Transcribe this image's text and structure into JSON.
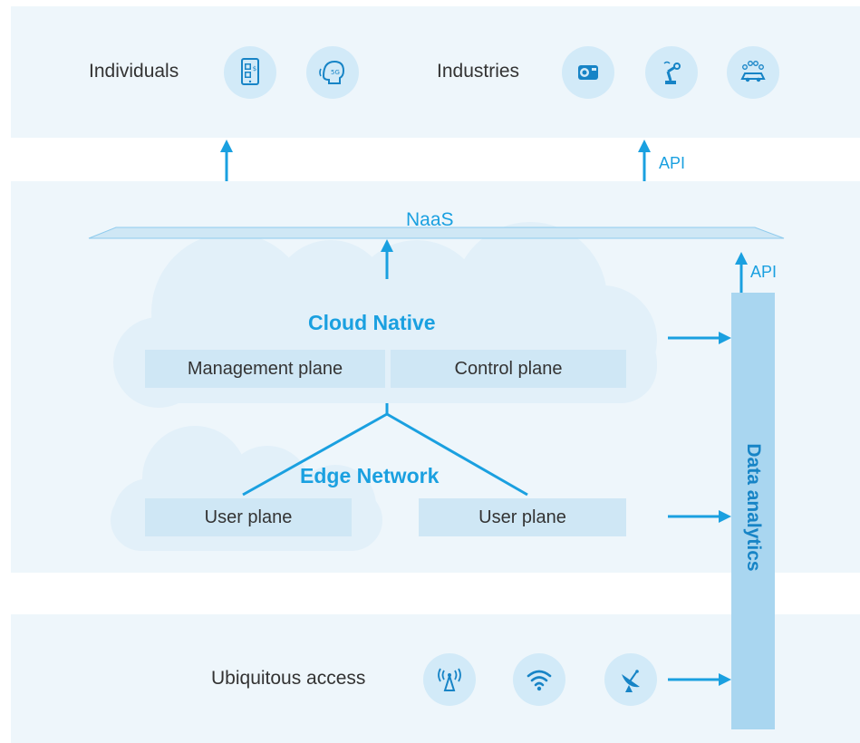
{
  "top": {
    "individuals_label": "Individuals",
    "industries_label": "Industries",
    "individual_icons": [
      "mobile-qr-payment-icon",
      "5g-headset-icon"
    ],
    "industry_icons": [
      "camera-icon",
      "robot-arm-icon",
      "connected-car-icon"
    ]
  },
  "middle": {
    "naas_label": "NaaS",
    "api_label_top": "API",
    "api_label_right": "API",
    "cloud_native_title": "Cloud Native",
    "management_plane": "Management plane",
    "control_plane": "Control plane",
    "edge_network_title": "Edge Network",
    "user_plane_left": "User plane",
    "user_plane_right": "User plane"
  },
  "side": {
    "data_analytics_label": "Data analytics"
  },
  "bottom": {
    "access_label": "Ubiquitous access",
    "access_icons": [
      "cell-tower-icon",
      "wifi-icon",
      "satellite-dish-icon"
    ]
  },
  "colors": {
    "accent": "#1aa0e0",
    "band_bg": "#eef6fb",
    "plane_bg": "#cfe7f5",
    "cloud_bg": "#e2f0f9",
    "data_bar": "#a9d6f0",
    "icon_bg": "#d2eaf8"
  }
}
